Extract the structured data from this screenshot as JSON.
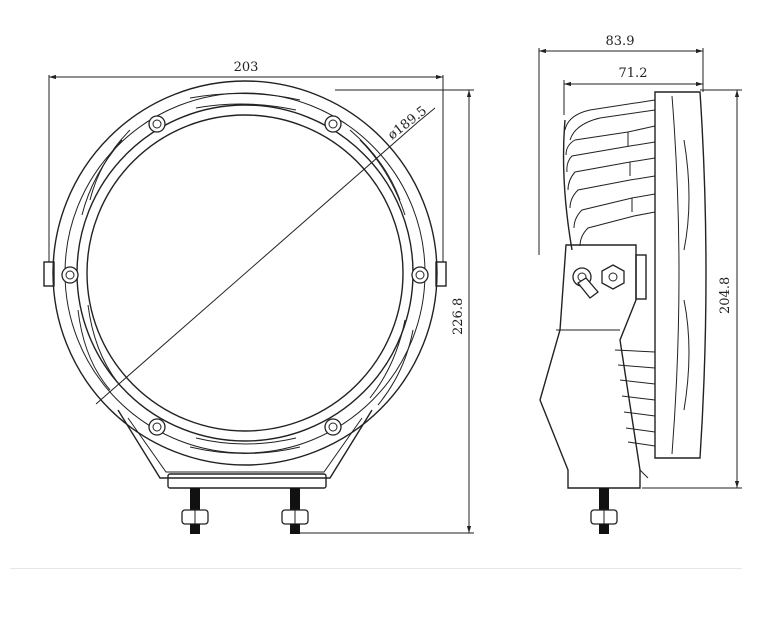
{
  "dimensions": {
    "front_width": "203",
    "front_height": "226.8",
    "lens_diameter": "ø189.5",
    "side_depth_total": "83.9",
    "side_depth_body": "71.2",
    "side_height": "204.8"
  },
  "colors": {
    "line": "#222222",
    "background": "#ffffff",
    "divider": "#e6e6e6"
  }
}
